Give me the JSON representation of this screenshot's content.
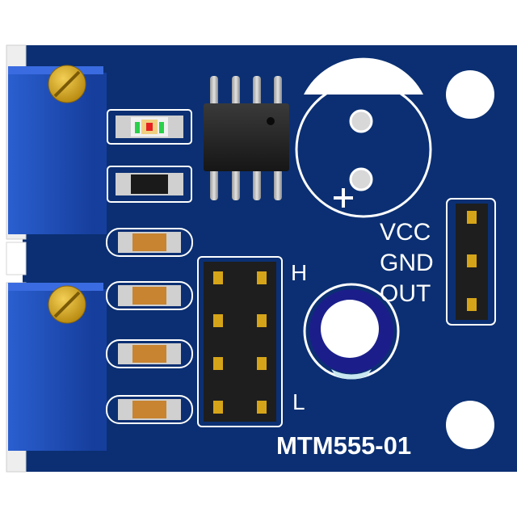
{
  "board": {
    "model_label": "MTM555-01",
    "jumper_high_label": "H",
    "jumper_low_label": "L",
    "pin_labels": [
      "VCC",
      "GND",
      "OUT"
    ]
  },
  "colors": {
    "pcb": "#0b2f72",
    "gold": "#d6a418",
    "pot_body": "#1e49b0",
    "white": "#ffffff"
  },
  "components": [
    "potentiometer-top",
    "potentiometer-bottom",
    "led",
    "smd-resistors",
    "ic-chip",
    "electrolytic-capacitor",
    "ceramic-capacitor",
    "jumper-header-2x4",
    "pin-header-1x3",
    "mounting-holes"
  ]
}
